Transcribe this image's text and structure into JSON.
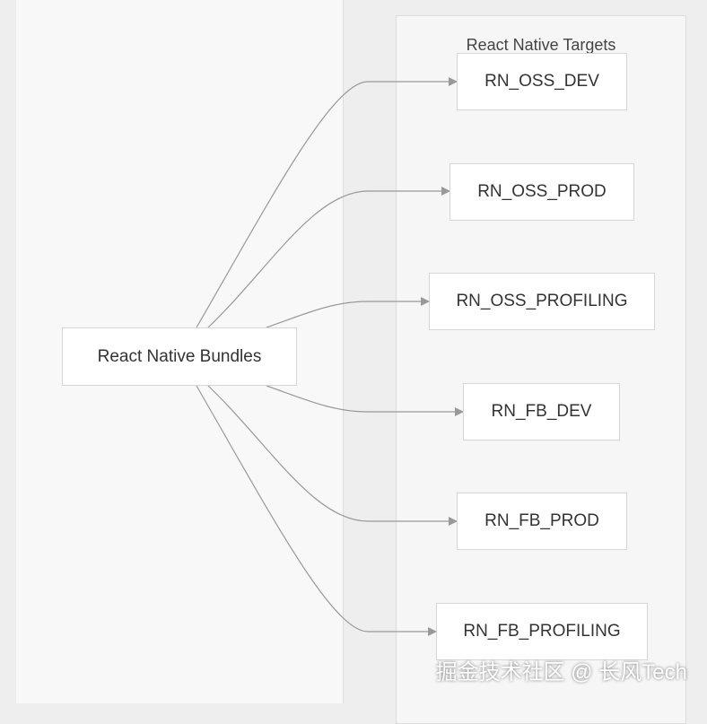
{
  "diagram": {
    "source_node": {
      "label": "React Native Bundles"
    },
    "cluster": {
      "title": "React Native Targets",
      "nodes": [
        {
          "label": "RN_OSS_DEV"
        },
        {
          "label": "RN_OSS_PROD"
        },
        {
          "label": "RN_OSS_PROFILING"
        },
        {
          "label": "RN_FB_DEV"
        },
        {
          "label": "RN_FB_PROD"
        },
        {
          "label": "RN_FB_PROFILING"
        }
      ]
    },
    "edges": [
      {
        "from": "React Native Bundles",
        "to": "RN_OSS_DEV"
      },
      {
        "from": "React Native Bundles",
        "to": "RN_OSS_PROD"
      },
      {
        "from": "React Native Bundles",
        "to": "RN_OSS_PROFILING"
      },
      {
        "from": "React Native Bundles",
        "to": "RN_FB_DEV"
      },
      {
        "from": "React Native Bundles",
        "to": "RN_FB_PROD"
      },
      {
        "from": "React Native Bundles",
        "to": "RN_FB_PROFILING"
      }
    ],
    "edge_color": "#999999"
  },
  "watermark": {
    "text": "掘金技术社区 @ 长风Tech"
  }
}
